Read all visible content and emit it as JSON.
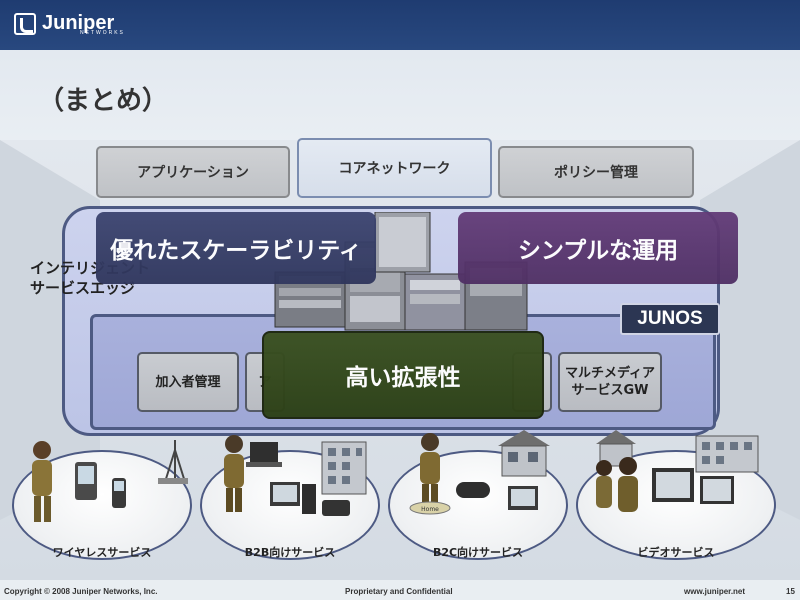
{
  "header": {
    "logo_text": "Juniper",
    "logo_sub": "NETWORKS"
  },
  "title": "（まとめ）",
  "tabs": [
    {
      "label": "アプリケーション"
    },
    {
      "label": "コアネットワーク"
    },
    {
      "label": "ポリシー管理"
    }
  ],
  "intelligent_label": "インテリジェント\nサービスエッジ",
  "junos": "JUNOS",
  "modules": [
    {
      "label": "加入者管理"
    },
    {
      "label": "ア"
    },
    {
      "label": "マルチメディア\nサービスGW"
    }
  ],
  "callouts": {
    "scalability": "優れたスケーラビリティ",
    "simple": "シンプルな運用",
    "extensibility": "高い拡張性"
  },
  "services": [
    {
      "label": "ワイヤレスサービス"
    },
    {
      "label": "B2B向けサービス"
    },
    {
      "label": "B2C向けサービス"
    },
    {
      "label": "ビデオサービス"
    }
  ],
  "home_label": "Home",
  "footer": {
    "copyright": "Copyright © 2008 Juniper Networks, Inc.",
    "confidential": "Proprietary and Confidential",
    "url": "www.juniper.net",
    "page": "15"
  },
  "colors": {
    "header": "#1f3c71",
    "frame_border": "#4d5a83",
    "callout_blue": "#2f365c",
    "callout_purple": "#4f2f64",
    "callout_green": "#2c4016"
  }
}
